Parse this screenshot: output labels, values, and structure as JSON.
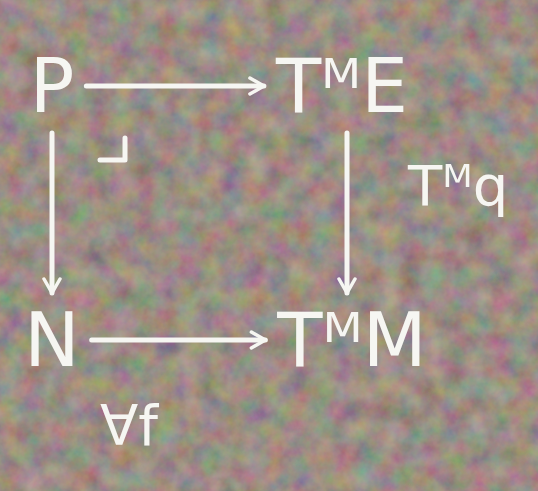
{
  "diagram": {
    "nodes": [
      {
        "text": [
          "P"
        ]
      },
      {
        "text": [
          "TᴹE"
        ]
      },
      {
        "text": [
          "N"
        ]
      },
      {
        "text": [
          "TᴹM"
        ]
      }
    ],
    "edges": [
      {
        "from": 0,
        "to": 1,
        "arrow": "to"
      },
      {
        "from": 1,
        "to": 3,
        "label": "Tᴹq",
        "arrow": "to"
      },
      {
        "from": 0,
        "to": 2,
        "arrow": "to"
      },
      {
        "from": 2,
        "to": 3,
        "label": "∀f",
        "arrow": "to"
      }
    ]
  }
}
